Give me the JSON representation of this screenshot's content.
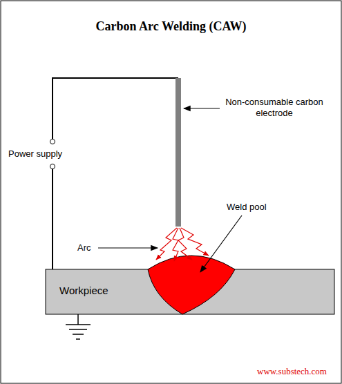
{
  "diagram": {
    "title": "Carbon Arc Welding (CAW)",
    "nodes": [
      {
        "text": [
          "Workpiece"
        ]
      }
    ],
    "edges": [],
    "labels": [
      "Non-consumable carbon electrode",
      "Power supply",
      "Arc",
      "Weld pool",
      "www.substech.com"
    ]
  }
}
